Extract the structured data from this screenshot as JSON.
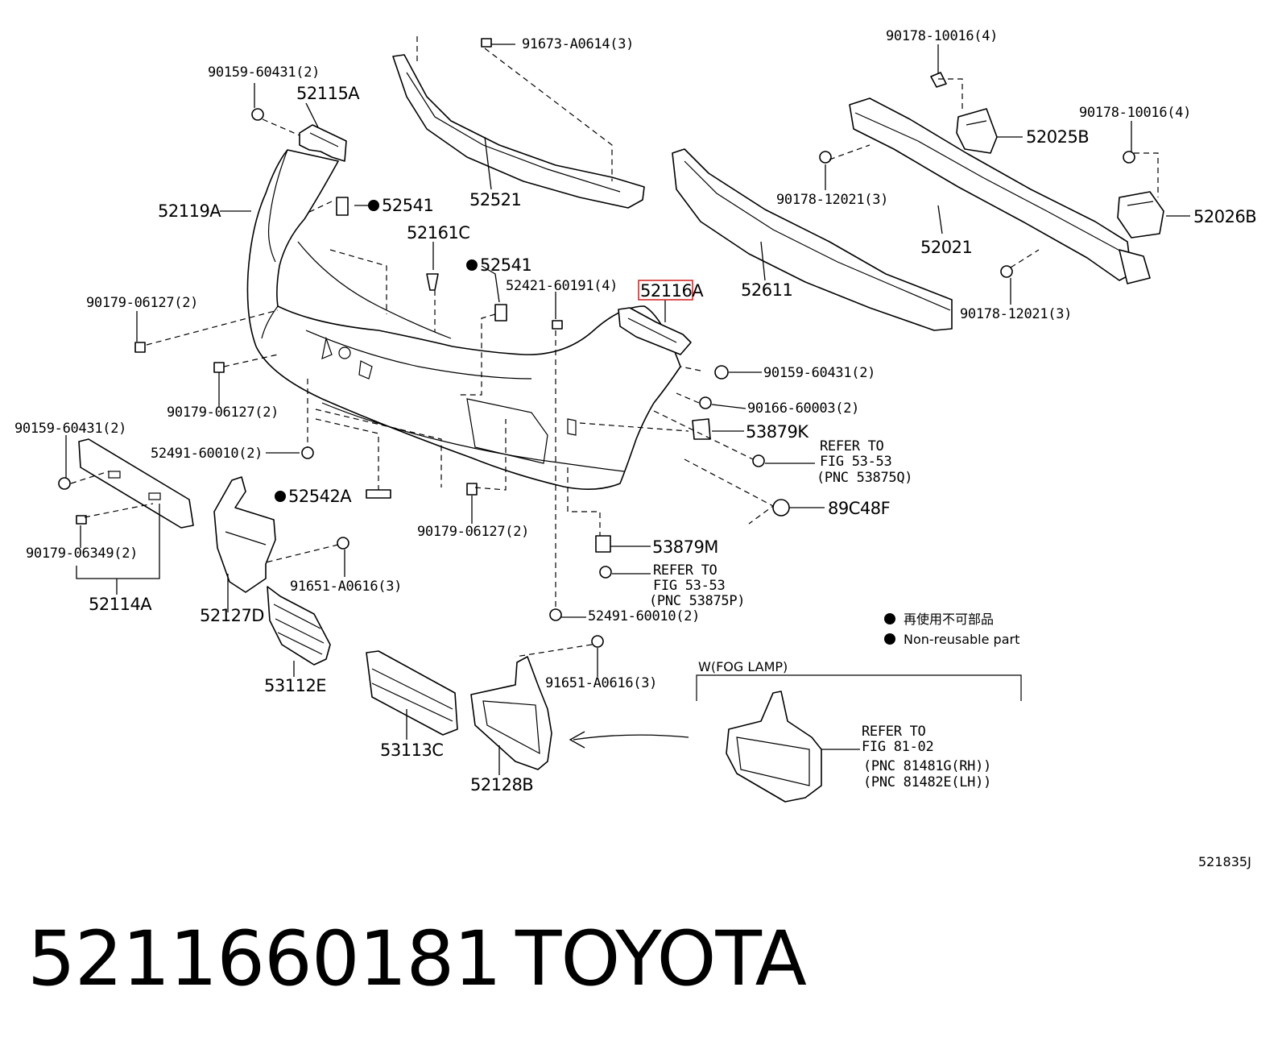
{
  "diagram": {
    "labels": {
      "p52115A": "52115A",
      "p90159_top": "90159-60431(2)",
      "p91673": "91673-A0614(3)",
      "p52521": "52521",
      "p52119A": "52119A",
      "p52541a": "52541",
      "p52161C": "52161C",
      "p52541b": "52541",
      "p52421": "52421-60191(4)",
      "p52116A": "52116A",
      "p90179_left1": "90179-06127(2)",
      "p90179_left2": "90179-06127(2)",
      "p90159_left": "90159-60431(2)",
      "p52491a": "52491-60010(2)",
      "p52542A": "52542A",
      "p90179_mid": "90179-06127(2)",
      "p90179_06349": "90179-06349(2)",
      "p52114A": "52114A",
      "p91651a": "91651-A0616(3)",
      "p52127D": "52127D",
      "p53112E": "53112E",
      "p90159_right": "90159-60431(2)",
      "p90166": "90166-60003(2)",
      "p53879K": "53879K",
      "refer1_l1": "REFER TO",
      "refer1_l2": "FIG 53-53",
      "refer1_l3": "(PNC 53875Q)",
      "p89C48F": "89C48F",
      "p53879M": "53879M",
      "refer2_l1": "REFER TO",
      "refer2_l2": "FIG 53-53",
      "refer2_l3": "(PNC 53875P)",
      "p52491b": "52491-60010(2)",
      "p91651b": "91651-A0616(3)",
      "p53113C": "53113C",
      "p52128B": "52128B",
      "p90178_10016_top": "90178-10016(4)",
      "p52025B": "52025B",
      "p90178_10016_right": "90178-10016(4)",
      "p90178_12021_top": "90178-12021(3)",
      "p52021": "52021",
      "p52026B": "52026B",
      "p52611": "52611",
      "p90178_12021_bot": "90178-12021(3)",
      "fog_title": "W(FOG LAMP)",
      "refer3_l1": "REFER TO",
      "refer3_l2": "FIG 81-02",
      "refer3_l3": "(PNC 81481G(RH))",
      "refer3_l4": "(PNC 81482E(LH))",
      "legend_jp": "再使用不可部品",
      "legend_en": "Non-reusable part",
      "figure_code": "521835J"
    },
    "highlight_color": "#d62b2b"
  },
  "footer": {
    "part_number": "5211660181",
    "brand": "TOYOTA"
  }
}
